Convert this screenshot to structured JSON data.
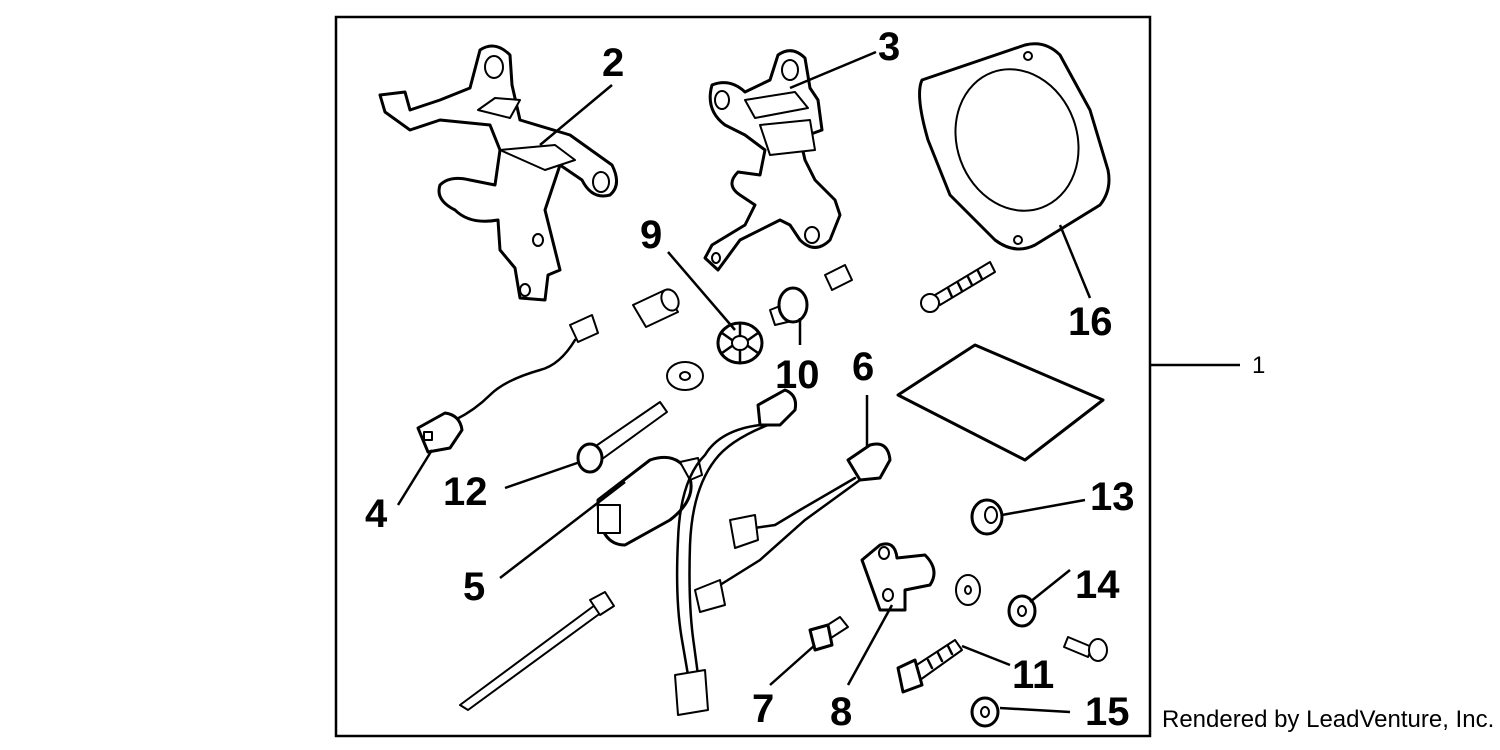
{
  "diagram": {
    "callouts": {
      "c1": "1",
      "c2": "2",
      "c3": "3",
      "c4": "4",
      "c5": "5",
      "c6": "6",
      "c7": "7",
      "c8": "8",
      "c9": "9",
      "c10": "10",
      "c11": "11",
      "c12": "12",
      "c13": "13",
      "c14": "14",
      "c15": "15",
      "c16": "16"
    },
    "credit": "Rendered by LeadVenture, Inc."
  }
}
